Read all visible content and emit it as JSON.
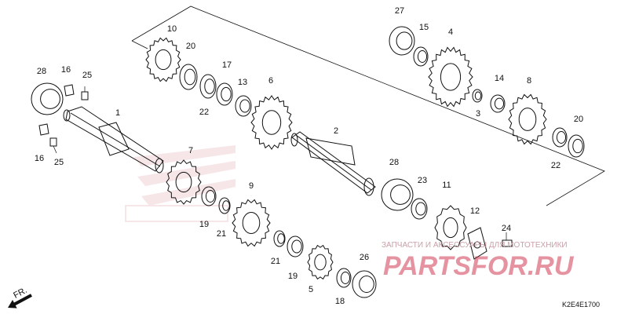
{
  "diagram": {
    "code": "K2E4E1700",
    "direction_label": "FR.",
    "watermark": {
      "tagline": "ЗАПЧАСТИ И АКСЕССУАРЫ ДЛЯ МОТОТЕХНИКИ",
      "logo": "PARTSFOR.RU"
    },
    "callouts": [
      {
        "label": "1"
      },
      {
        "label": "2"
      },
      {
        "label": "3"
      },
      {
        "label": "4"
      },
      {
        "label": "5"
      },
      {
        "label": "6"
      },
      {
        "label": "7"
      },
      {
        "label": "8"
      },
      {
        "label": "9"
      },
      {
        "label": "10"
      },
      {
        "label": "11"
      },
      {
        "label": "12"
      },
      {
        "label": "13"
      },
      {
        "label": "14"
      },
      {
        "label": "15"
      },
      {
        "label": "16"
      },
      {
        "label": "16"
      },
      {
        "label": "17"
      },
      {
        "label": "18"
      },
      {
        "label": "19"
      },
      {
        "label": "19"
      },
      {
        "label": "20"
      },
      {
        "label": "20"
      },
      {
        "label": "21"
      },
      {
        "label": "21"
      },
      {
        "label": "22"
      },
      {
        "label": "22"
      },
      {
        "label": "23"
      },
      {
        "label": "24"
      },
      {
        "label": "25"
      },
      {
        "label": "25"
      },
      {
        "label": "26"
      },
      {
        "label": "27"
      },
      {
        "label": "28"
      },
      {
        "label": "28"
      }
    ]
  }
}
